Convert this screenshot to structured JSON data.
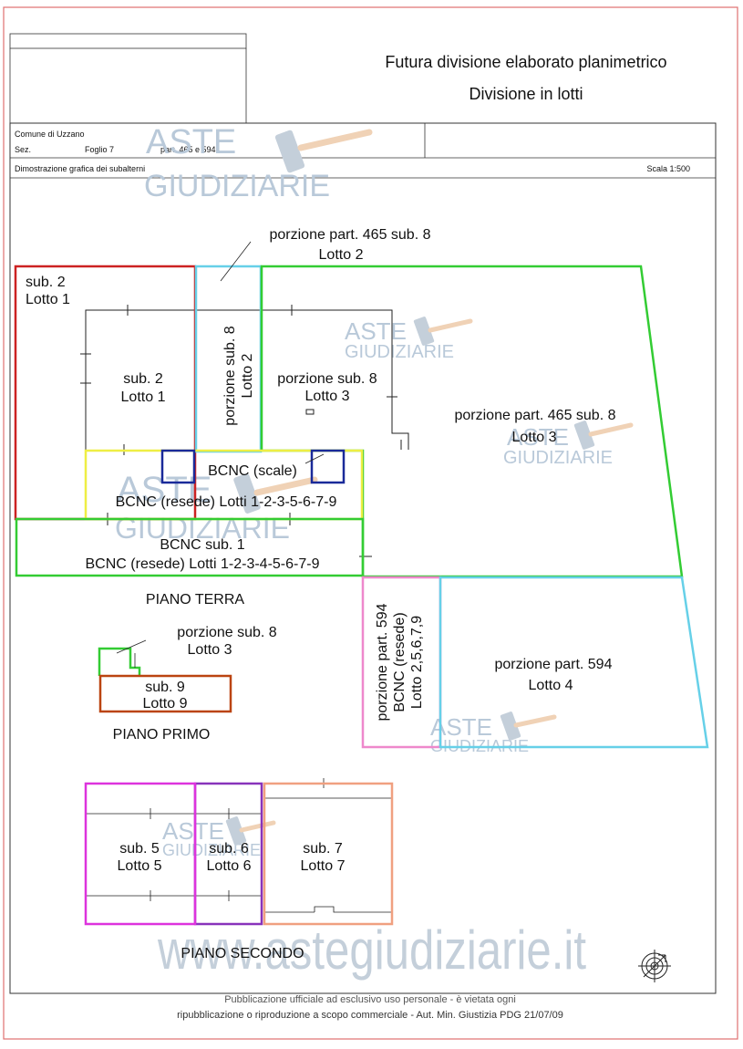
{
  "header": {
    "title": "Futura divisione elaborato planimetrico",
    "subtitle": "Divisione in lotti",
    "comune": "Comune di Uzzano",
    "sez": "Sez.",
    "foglio": "Foglio 7",
    "part": "part. 465 e 594",
    "dimostrazione": "Dimostrazione grafica dei subalterni",
    "scala": "Scala 1:500"
  },
  "watermark": {
    "aste": "ASTE",
    "giudiziarie": "GIUDIZIARIE",
    "site": "www.astegiudiziarie.it"
  },
  "piano_terra": {
    "label": "PIANO TERRA",
    "callout_465": {
      "line1": "porzione part. 465 sub. 8",
      "line2": "Lotto 2"
    },
    "sub2_outer": {
      "line1": "sub. 2",
      "line2": "Lotto 1"
    },
    "sub2_inner": {
      "line1": "sub. 2",
      "line2": "Lotto 1"
    },
    "porzione_sub8_vert": {
      "line1": "porzione sub. 8",
      "line2": "Lotto 2"
    },
    "porzione_sub8_lotto3": {
      "line1": "porzione sub. 8",
      "line2": "Lotto 3"
    },
    "porzione_465_lotto3": {
      "line1": "porzione part. 465 sub. 8",
      "line2": "Lotto 3"
    },
    "bcnc_scale": "BCNC (scale)",
    "bcnc_resede_a": "BCNC (resede) Lotti 1-2-3-5-6-7-9",
    "bcnc_sub1": {
      "line1": "BCNC sub. 1",
      "line2": "BCNC (resede) Lotti 1-2-3-4-5-6-7-9"
    },
    "porzione_594_vert": {
      "line1": "porzione part. 594",
      "line2": "BCNC (resede)",
      "line3": "Lotto 2,5,6,7,9"
    },
    "porzione_594_lotto4": {
      "line1": "porzione part. 594",
      "line2": "Lotto 4"
    }
  },
  "piano_primo": {
    "label": "PIANO PRIMO",
    "callout_sub8": {
      "line1": "porzione sub. 8",
      "line2": "Lotto 3"
    },
    "sub9": {
      "line1": "sub. 9",
      "line2": "Lotto 9"
    }
  },
  "piano_secondo": {
    "label": "PIANO SECONDO",
    "sub5": {
      "line1": "sub. 5",
      "line2": "Lotto 5"
    },
    "sub6": {
      "line1": "sub. 6",
      "line2": "Lotto 6"
    },
    "sub7": {
      "line1": "sub. 7",
      "line2": "Lotto 7"
    }
  },
  "footer": {
    "line1": "Pubblicazione ufficiale ad esclusivo uso personale - è vietata ogni",
    "line2": "ripubblicazione o riproduzione a scopo commerciale - Aut. Min. Giustizia PDG 21/07/09"
  },
  "colors": {
    "red": "#cc2222",
    "cyan": "#66d0e8",
    "green": "#33cc33",
    "yellow": "#eeee44",
    "navy": "#1a2a99",
    "magenta": "#dd33dd",
    "purple": "#8833bb",
    "salmon": "#f0a080",
    "pink": "#ee88cc",
    "brown": "#bb4411",
    "frame": "#e07070"
  }
}
